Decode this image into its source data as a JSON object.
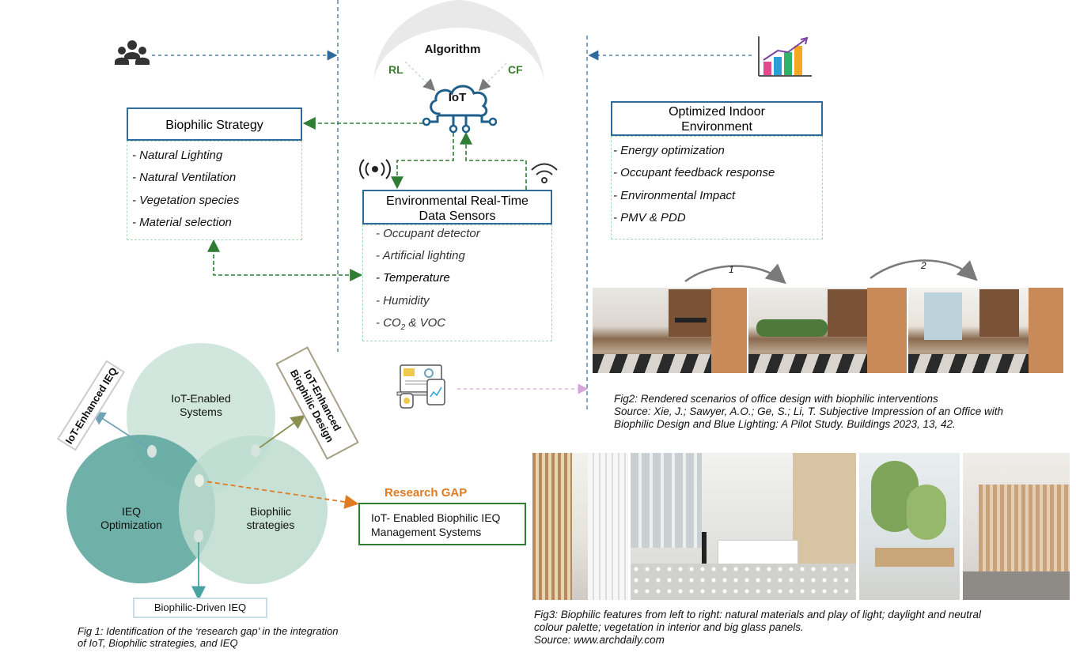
{
  "algorithm": {
    "title": "Algorithm",
    "left_label": "RL",
    "right_label": "CF",
    "node": "IoT"
  },
  "biophilic_strategy": {
    "title": "Biophilic Strategy",
    "items": [
      "- Natural Lighting",
      "- Natural Ventilation",
      "- Vegetation  species",
      "- Material selection"
    ]
  },
  "sensors": {
    "title_line1": "Environmental Real-Time",
    "title_line2": "Data Sensors",
    "items": [
      "- Occupant detector",
      "- Artificial lighting",
      "- Temperature",
      "- Humidity",
      "- CO",
      "2",
      "& VOC"
    ]
  },
  "optimized": {
    "title_line1": "Optimized Indoor",
    "title_line2": "Environment",
    "items": [
      "- Energy optimization",
      "- Occupant feedback response",
      "- Environmental Impact",
      "- PMV & PDD"
    ]
  },
  "venn": {
    "iot": "IoT-Enabled",
    "iot2": "Systems",
    "ieq": "IEQ",
    "ieq2": "Optimization",
    "bio": "Biophilic",
    "bio2": "strategies",
    "tag_left": "IoT-Enhanced IEQ",
    "tag_right1": "IoT-Enhanced",
    "tag_right2": "Biophilic Design",
    "tag_bottom": "Biophilic-Driven IEQ",
    "gap_label": "Research GAP",
    "gap_box1": "IoT- Enabled Biophilic IEQ",
    "gap_box2": "Management Systems"
  },
  "fig1": {
    "line1": "Fig 1: Identification of the ‘research gap’ in the integration",
    "line2": "of IoT, Biophilic strategies, and IEQ"
  },
  "fig2": {
    "line1": "Fig2: Rendered scenarios of office design with biophilic interventions",
    "line2": "Source: Xie, J.; Sawyer, A.O.; Ge, S.; Li, T. Subjective Impression of an Office with",
    "line3": "Biophilic Design and Blue Lighting: A Pilot Study. Buildings 2023, 13, 42.",
    "arrow1": "1",
    "arrow2": "2"
  },
  "fig3": {
    "line1": "Fig3: Biophilic features from left to right: natural materials and play of light; daylight and neutral",
    "line2": "colour palette; vegetation in interior and big glass panels.",
    "line3": "Source: www.archdaily.com"
  },
  "colors": {
    "green_dashed": "#2e7d32",
    "blue_dashed": "#2e6a9a",
    "accent_orange": "#e07b22",
    "venn_top": "#cfe6dc",
    "venn_left": "#5fa8a0",
    "venn_right": "#bddccf",
    "iot_blue": "#1f5f8b",
    "pink_dashed": "#d7a6d8"
  },
  "icons": {
    "people": "people-icon",
    "chart": "bar-chart-icon",
    "cloud": "cloud-iot-icon",
    "signal": "signal-icon",
    "wifi": "wifi-icon",
    "devices": "devices-icon"
  }
}
